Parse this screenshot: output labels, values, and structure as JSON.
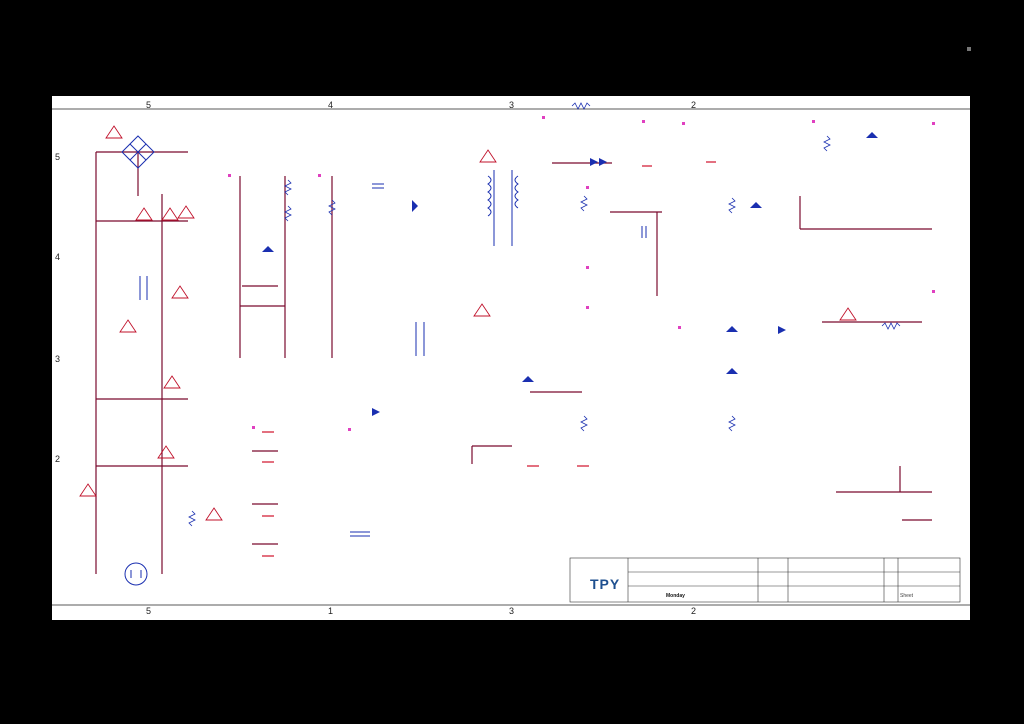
{
  "zones": {
    "top": [
      "5",
      "4",
      "3",
      "2"
    ],
    "bottom": [
      "5",
      "1",
      "3",
      "2"
    ],
    "left": [
      "5",
      "4",
      "3",
      "2"
    ]
  },
  "logo": {
    "text": "TPY"
  },
  "title_block": {
    "date_value": "Monday",
    "sheet_label": "Sheet"
  },
  "colors": {
    "wire": "#7a0b2e",
    "component": "#1a2fb0",
    "ground": "#d0102a",
    "marker": "#e040c0",
    "warning": "#c0102a",
    "frame": "#222222"
  },
  "icons": [
    "warning-triangle-icon",
    "diode-icon",
    "resistor-icon",
    "capacitor-icon",
    "transformer-icon",
    "ground-icon",
    "bridge-rectifier-icon"
  ]
}
